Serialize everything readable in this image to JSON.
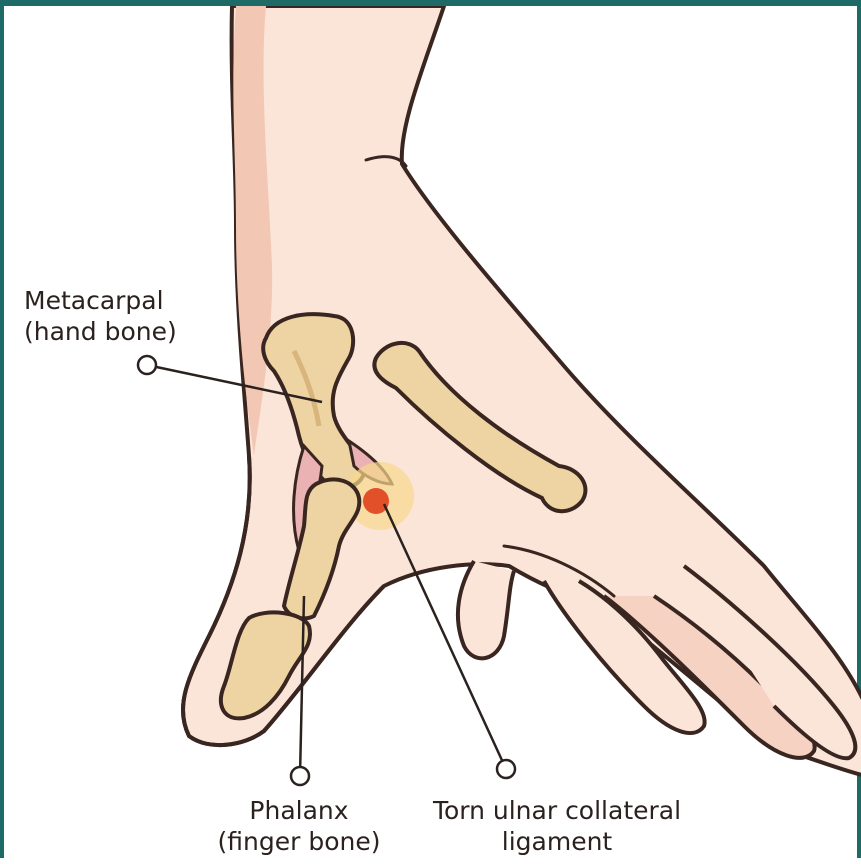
{
  "labels": {
    "metacarpal": {
      "line1": "Metacarpal",
      "line2": "(hand bone)"
    },
    "phalanx": {
      "line1": "Phalanx",
      "line2": "(finger bone)"
    },
    "ligament": {
      "line1": "Torn ulnar collateral",
      "line2": "ligament"
    }
  },
  "colors": {
    "frame": "#1e6a66",
    "skin": "#fbe5d9",
    "skin_shadow": "#f2c8b5",
    "outline": "#3a2620",
    "bone": "#eed3a3",
    "bone_shadow": "#d8b57c",
    "ligament": "#eab2b2",
    "injury": "#e2502a",
    "injury_glow": "#f7d98c"
  }
}
